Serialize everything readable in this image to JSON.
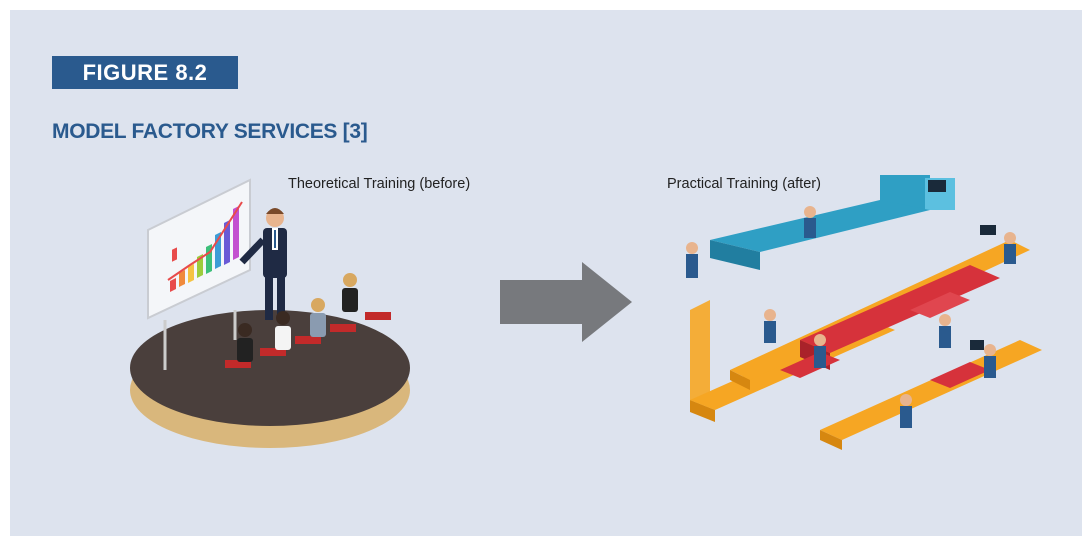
{
  "figure": {
    "badge": "FIGURE 8.2",
    "title": "MODEL FACTORY SERVICES [3]"
  },
  "left_panel": {
    "caption": "Theoretical Training (before)"
  },
  "right_panel": {
    "caption": "Practical Training (after)"
  },
  "colors": {
    "background": "#dde3ee",
    "badge": "#2a5a8e",
    "title": "#2a5a8e",
    "arrow": "#77797d",
    "conveyor": "#f6a623",
    "machine_red": "#d6323b",
    "machine_blue": "#2f9fc4"
  }
}
